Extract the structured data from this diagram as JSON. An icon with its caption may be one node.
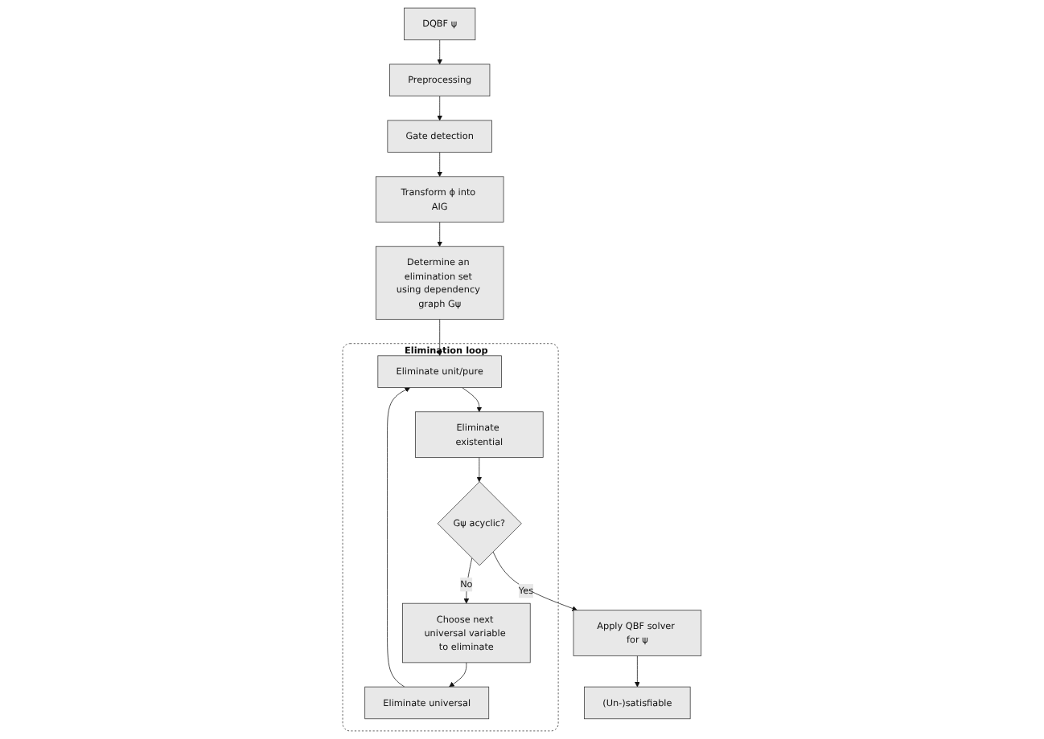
{
  "diagram": {
    "nodes": [
      {
        "text": [
          "DQBF ψ"
        ]
      },
      {
        "text": [
          "Preprocessing"
        ]
      },
      {
        "text": [
          "Gate detection"
        ]
      },
      {
        "text": [
          "Transform ϕ into AIG"
        ]
      },
      {
        "text": [
          "Determine an elimination set using dependency graph Gψ"
        ]
      },
      {
        "text": [
          "Elimination loop"
        ]
      },
      {
        "text": [
          "Eliminate universal"
        ],
        "in": 5
      },
      {
        "text": [
          "Choose next universal variable to eliminate"
        ],
        "in": 5
      },
      {
        "text": [
          "Eliminate unit/pure"
        ],
        "in": 5
      },
      {
        "text": [
          "Eliminate existential"
        ],
        "in": 5
      },
      {
        "text": [
          "Gψ acyclic?"
        ],
        "in": 5
      },
      {
        "text": [
          "Apply QBF solver for ψ"
        ]
      },
      {
        "text": [
          "(Un-)satisfiable"
        ]
      }
    ],
    "edges": [
      {
        "from": 0,
        "to": 1,
        "arrow": "to"
      },
      {
        "from": 1,
        "to": 2,
        "arrow": "to"
      },
      {
        "from": 2,
        "to": 3,
        "arrow": "to"
      },
      {
        "from": 3,
        "to": 4,
        "arrow": "to"
      },
      {
        "from": 4,
        "to": 8,
        "arrow": "to"
      },
      {
        "from": 8,
        "to": 9,
        "arrow": "to"
      },
      {
        "from": 9,
        "to": 10,
        "arrow": "to"
      },
      {
        "from": 10,
        "to": 7,
        "arrow": "to",
        "label": "No"
      },
      {
        "from": 7,
        "to": 6,
        "arrow": "to"
      },
      {
        "from": 6,
        "to": 8,
        "arrow": "to"
      },
      {
        "from": 10,
        "to": 11,
        "arrow": "to",
        "label": "Yes"
      },
      {
        "from": 11,
        "to": 12,
        "arrow": "to"
      }
    ]
  }
}
